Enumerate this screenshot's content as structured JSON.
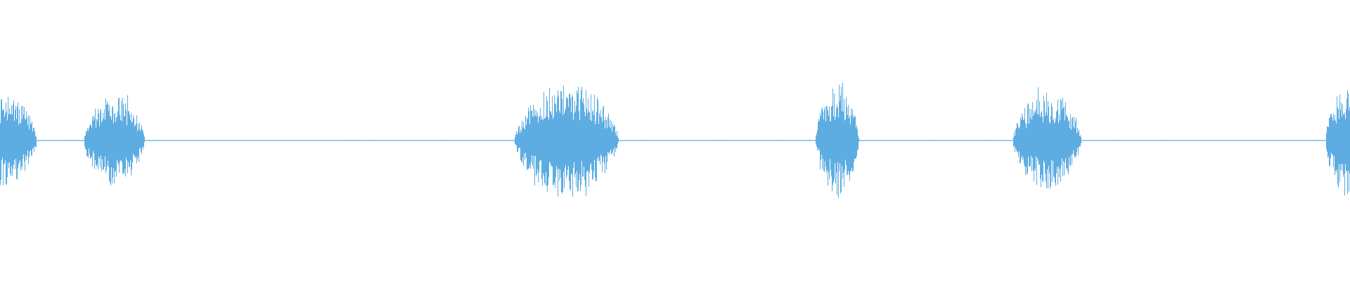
{
  "waveform": {
    "color": "#5DADE2",
    "background": "#FFFFFF",
    "baseline_amplitude": 0.008,
    "bursts": [
      {
        "start": 0.0,
        "end": 0.027,
        "peak": 0.8
      },
      {
        "start": 0.062,
        "end": 0.107,
        "peak": 0.8
      },
      {
        "start": 0.381,
        "end": 0.458,
        "peak": 1.0
      },
      {
        "start": 0.604,
        "end": 0.636,
        "peak": 0.98
      },
      {
        "start": 0.75,
        "end": 0.801,
        "peak": 0.85
      },
      {
        "start": 0.982,
        "end": 1.0,
        "peak": 1.0
      }
    ]
  }
}
